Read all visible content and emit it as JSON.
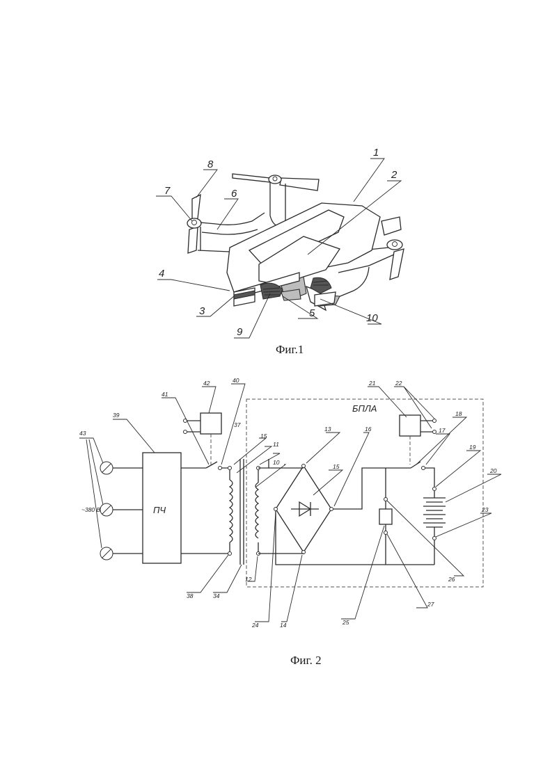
{
  "figure1": {
    "caption": "Фиг.1",
    "labels": [
      "1",
      "2",
      "3",
      "4",
      "5",
      "6",
      "7",
      "8",
      "9",
      "10"
    ]
  },
  "figure2": {
    "caption": "Фиг. 2",
    "block_bpla": "БПЛА",
    "block_pch": "ПЧ",
    "voltage": "~380 В",
    "labels": [
      "10",
      "11",
      "12",
      "13",
      "14",
      "15",
      "15",
      "16",
      "17",
      "18",
      "19",
      "20",
      "21",
      "22",
      "23",
      "24",
      "25",
      "26",
      "27",
      "34",
      "37",
      "38",
      "39",
      "40",
      "41",
      "42",
      "43"
    ]
  }
}
